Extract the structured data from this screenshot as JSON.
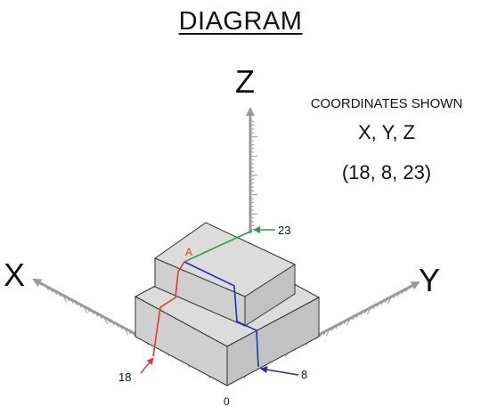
{
  "title": "DIAGRAM",
  "axes": {
    "x": "X",
    "y": "Y",
    "z": "Z"
  },
  "coordinates": {
    "heading": "COORDINATES SHOWN",
    "labels": "X, Y, Z",
    "values": "(18, 8, 23)"
  },
  "markers": {
    "point": "A",
    "x_value": "18",
    "y_value": "8",
    "z_value": "23",
    "origin": "0"
  },
  "colors": {
    "x_path": "#e53935",
    "y_path": "#2b2bb8",
    "z_path": "#2e9e44",
    "axis": "#9a9a9a",
    "block_top": "#dcdcdc",
    "block_left": "#cfcfcf",
    "block_right": "#c2c2c2"
  }
}
